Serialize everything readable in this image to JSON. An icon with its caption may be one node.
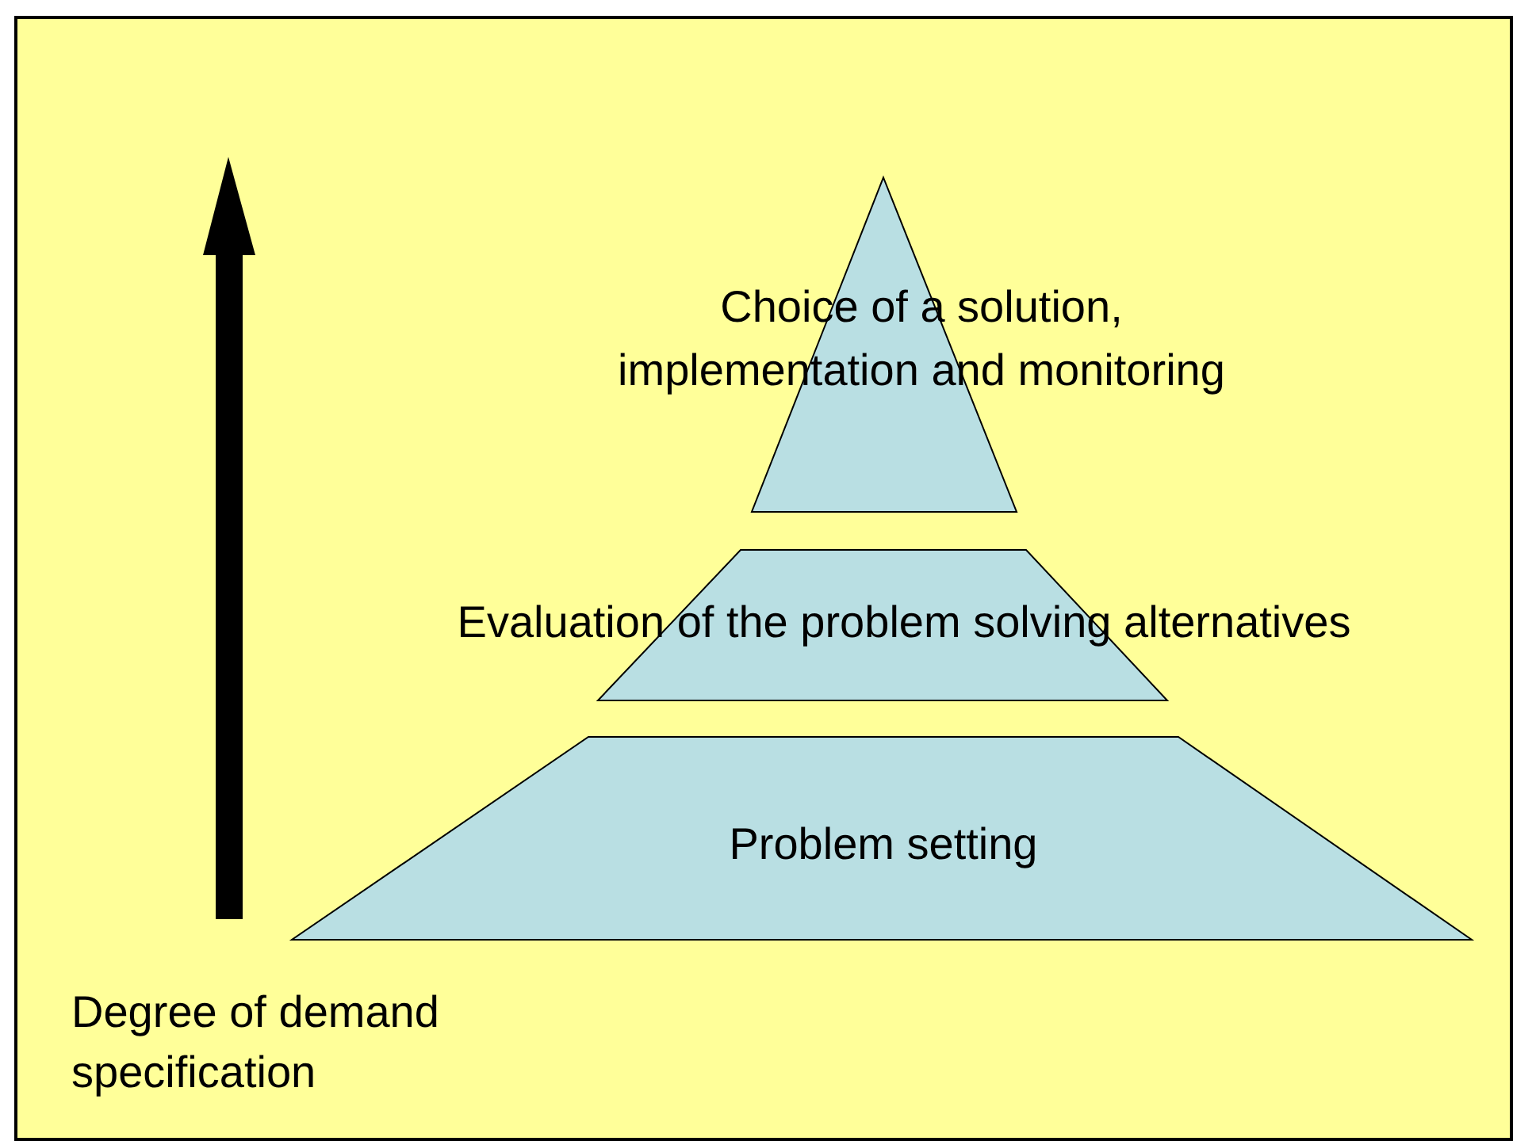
{
  "diagram": {
    "nodes": [
      {
        "text": [
          "Choice of a solution, implementation and monitoring"
        ]
      },
      {
        "text": [
          "Evaluation of the problem solving alternatives"
        ]
      },
      {
        "text": [
          "Problem setting"
        ]
      }
    ],
    "labels": [
      "Degree of demand specification"
    ]
  }
}
